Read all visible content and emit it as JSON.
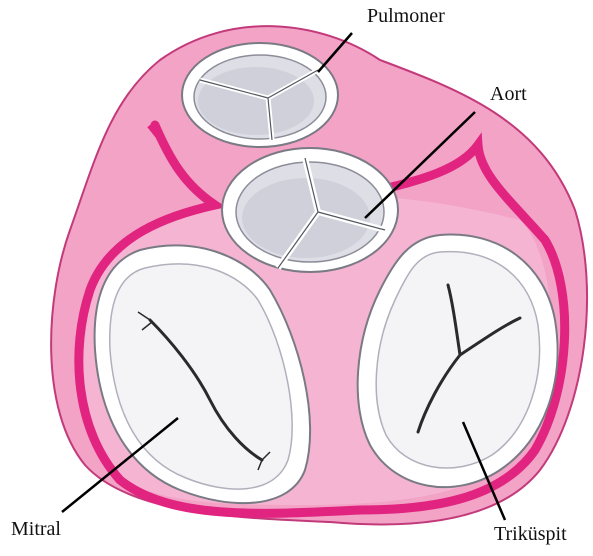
{
  "labels": {
    "pulmoner": "Pulmoner",
    "aort": "Aort",
    "mitral": "Mitral",
    "trikuspit": "Triküspit"
  },
  "colors": {
    "tissue": "#f2a3c6",
    "tissue_light": "#f7c2da",
    "tissue_outline": "#c23a7a",
    "vessel": "#e0247f",
    "valve_ring": "#ffffff",
    "valve_shadow": "#b9b9c7",
    "valve_fill": "#dedee6",
    "leaflet_line": "#2a2a2a",
    "pointer": "#000000"
  }
}
